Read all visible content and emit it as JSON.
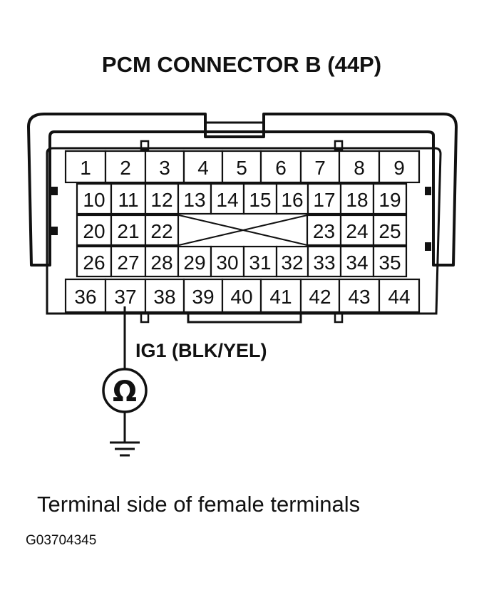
{
  "title": "PCM CONNECTOR B (44P)",
  "connector": {
    "rows": [
      [
        "1",
        "2",
        "3",
        "4",
        "5",
        "6",
        "7",
        "8",
        "9"
      ],
      [
        "10",
        "11",
        "12",
        "13",
        "14",
        "15",
        "16",
        "17",
        "18",
        "19"
      ],
      [
        "20",
        "21",
        "22",
        "23",
        "24",
        "25"
      ],
      [
        "26",
        "27",
        "28",
        "29",
        "30",
        "31",
        "32",
        "33",
        "34",
        "35"
      ],
      [
        "36",
        "37",
        "38",
        "39",
        "40",
        "41",
        "42",
        "43",
        "44"
      ]
    ]
  },
  "probe": {
    "terminal": "37",
    "label": "IG1 (BLK/YEL)",
    "meter_symbol": "Ω",
    "meter_icon": "ohmmeter-icon",
    "ground_icon": "ground-icon"
  },
  "caption": "Terminal side of female terminals",
  "figure_code": "G03704345",
  "colors": {
    "ink": "#111111",
    "background": "#ffffff"
  }
}
